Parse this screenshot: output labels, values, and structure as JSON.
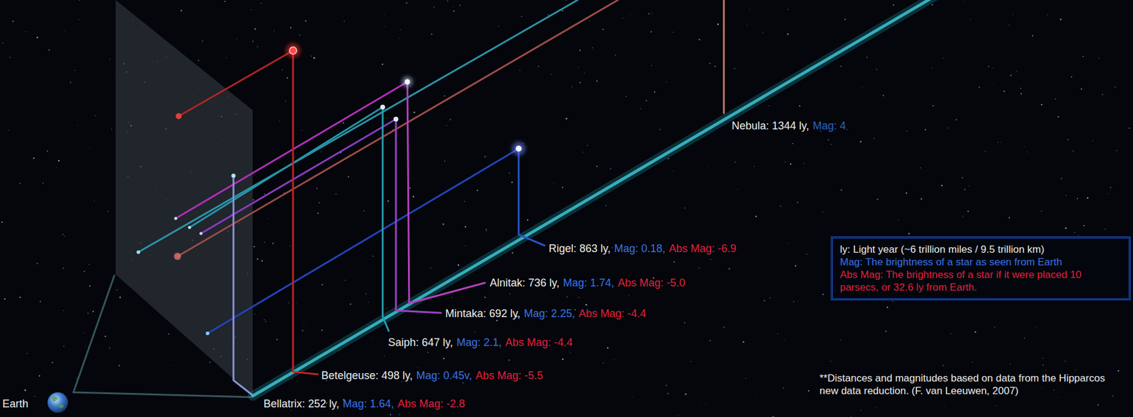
{
  "diagram": {
    "nodes": [
      {
        "text": [
          "ly: Light year (~6 trillion miles / 9.5 trillion km)",
          "Mag: The brightness of a star as seen from Earth",
          "Abs Mag: The brightness of a star if it were placed 10 parsecs, or 32.6 ly from Earth."
        ]
      }
    ],
    "labels": [
      "Nebula: 1344 ly,",
      "Mag: 4",
      "Rigel: 863 ly,",
      "Mag: 0.18,",
      "Abs Mag: -6.9",
      "Alnitak: 736 ly,",
      "Mag: 1.74,",
      "Abs Mag: -5.0",
      "Mintaka: 692 ly,",
      "Mag: 2.25,",
      "Abs Mag: -4.4",
      "Saiph: 647 ly,",
      "Mag: 2.1,",
      "Abs Mag: -4.4",
      "Betelgeuse: 498 ly,",
      "Mag: 0.45v,",
      "Abs Mag: -5.5",
      "Bellatrix: 252 ly,",
      "Mag: 1.64,",
      "Abs Mag: -2.8",
      "Earth",
      "**Distances and magnitudes based on data from the Hipparcos new data reduction. (F. van Leeuwen, 2007)"
    ]
  }
}
